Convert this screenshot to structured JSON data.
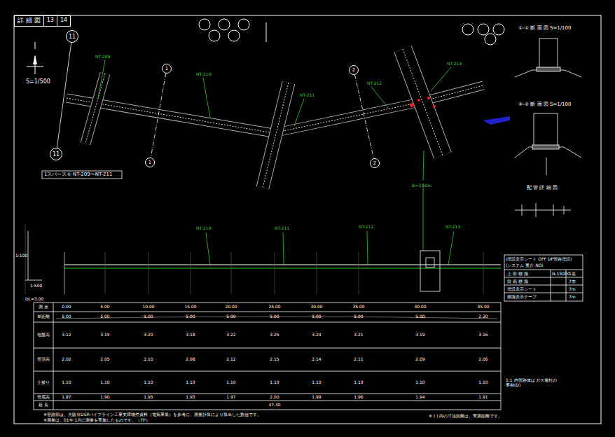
{
  "diagram": {
    "nodes": [
      {
        "text": [
          "詳 細 図"
        ]
      },
      {
        "text": [
          "13"
        ]
      },
      {
        "text": [
          "14"
        ]
      },
      {
        "text": [
          "11"
        ]
      },
      {
        "text": [
          "11"
        ]
      },
      {
        "text": [
          "1"
        ]
      },
      {
        "text": [
          "1"
        ]
      },
      {
        "text": [
          "2"
        ]
      },
      {
        "text": [
          "2"
        ]
      }
    ],
    "edges": [
      {
        "from": 3,
        "to": 4,
        "arrow": "none"
      },
      {
        "from": 5,
        "to": 6,
        "arrow": "none"
      },
      {
        "from": 7,
        "to": 8,
        "arrow": "none"
      }
    ],
    "labels": [
      "S=1/500",
      "1スパース① NT-209〜NT-211",
      "①-① 断 面 図  S=1/100",
      "②-② 断 面 図  S=1/100",
      "配 管 詳 細 図",
      "(埋設表示シート OFF DP管路埋設)",
      "(システム 重介 NO)",
      "上 部 標 識",
      "N-1500C",
      "1基",
      "簡 易 標 識",
      "7本",
      "埋設表示シート",
      "7m",
      "標識表示テープ",
      "7m",
      "DL=3.00",
      "1:100",
      "1:500",
      "※管路部は、大阪市DSPパイプライン工事支障物件資料（電気事業）を参考に、測量計算により算出した数値です。",
      "※測量は、01年 1月に測量を実施したものです。（TP）",
      "※ ( ) 内の寸法距離は、実測距離です。",
      "1:1 内管路体は ガス電柱の 事例(D)",
      "NT-209",
      "NT-210",
      "NT-211",
      "NT-212",
      "NT-213",
      "B=3.50m",
      "NT-210",
      "NT-211",
      "NT-212",
      "NT-213",
      "測 点",
      "単距離",
      "地盤高",
      "管頂高",
      "土被り",
      "管底高",
      "延 長",
      "0.00",
      "5.00",
      "10.00",
      "15.00",
      "20.00",
      "25.00",
      "30.00",
      "35.00",
      "40.00",
      "45.00",
      "5.00",
      "5.00",
      "5.00",
      "5.00",
      "5.00",
      "5.00",
      "5.00",
      "5.00",
      "5.00",
      "2.30",
      "3.12",
      "3.15",
      "3.20",
      "3.18",
      "3.22",
      "3.25",
      "3.24",
      "3.21",
      "3.19",
      "3.16",
      "2.02",
      "2.05",
      "2.10",
      "2.08",
      "2.12",
      "2.15",
      "2.14",
      "2.11",
      "2.09",
      "2.06",
      "1.10",
      "1.10",
      "1.10",
      "1.10",
      "1.10",
      "1.10",
      "1.10",
      "1.10",
      "1.10",
      "1.10",
      "1.87",
      "1.90",
      "1.95",
      "1.93",
      "1.97",
      "2.00",
      "1.99",
      "1.96",
      "1.94",
      "1.91",
      "47.30"
    ]
  }
}
